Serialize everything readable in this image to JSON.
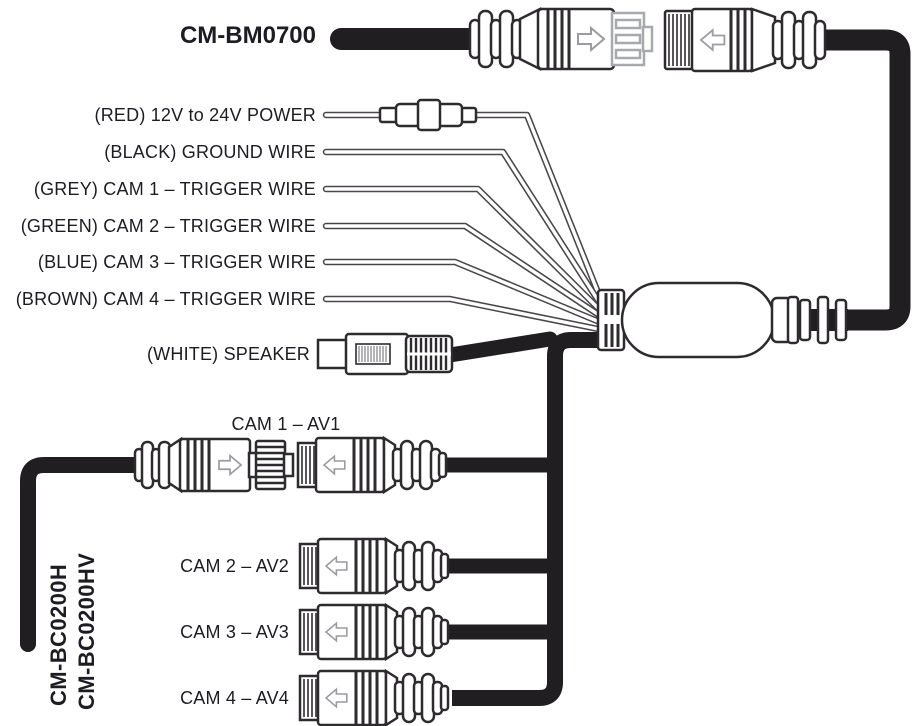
{
  "diagram": {
    "harness_model": "CM-BM0700",
    "wires": [
      {
        "id": "power",
        "label": "(RED) 12V to 24V POWER"
      },
      {
        "id": "ground",
        "label": "(BLACK) GROUND WIRE"
      },
      {
        "id": "trigger1",
        "label": "(GREY) CAM 1 – TRIGGER WIRE"
      },
      {
        "id": "trigger2",
        "label": "(GREEN) CAM 2 – TRIGGER WIRE"
      },
      {
        "id": "trigger3",
        "label": "(BLUE) CAM 3 – TRIGGER WIRE"
      },
      {
        "id": "trigger4",
        "label": "(BROWN) CAM 4 – TRIGGER WIRE"
      }
    ],
    "speaker_label": "(WHITE) SPEAKER",
    "cam_ports": [
      {
        "label": "CAM 1 – AV1"
      },
      {
        "label": "CAM 2 – AV2"
      },
      {
        "label": "CAM 3 – AV3"
      },
      {
        "label": "CAM 4 – AV4"
      }
    ],
    "extension_models": [
      "CM-BC0200H",
      "CM-BC0200HV"
    ],
    "colors": {
      "cable": "#211e21",
      "line": "#2e2b2e",
      "text": "#1d1c22",
      "grey_accent": "#a7a9ac"
    }
  }
}
